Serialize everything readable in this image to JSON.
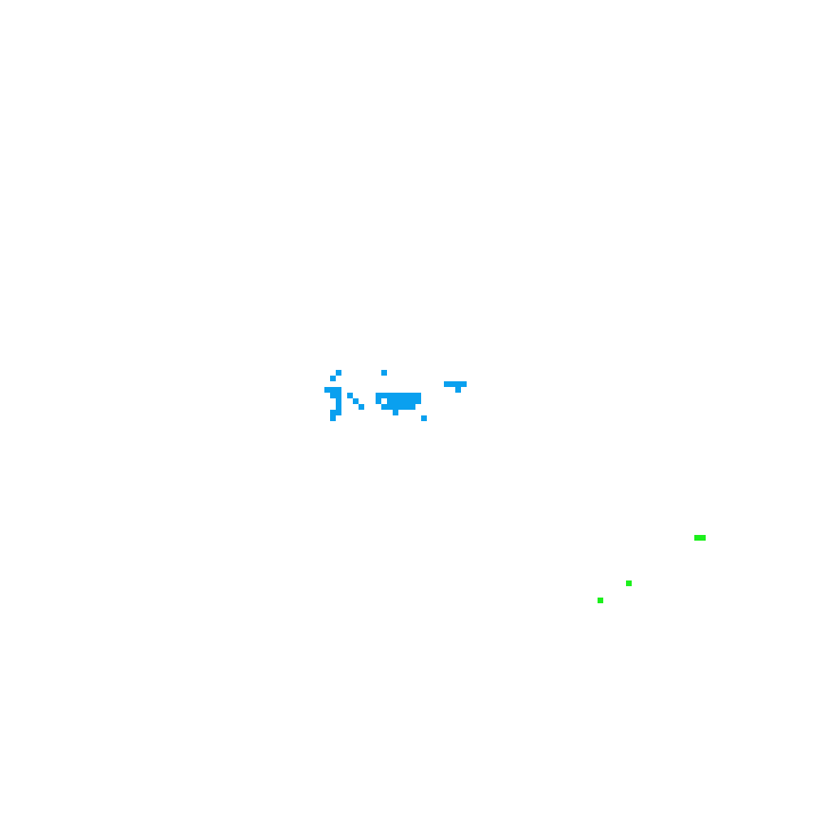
{
  "board": {
    "background_color": "#ffffff",
    "cell_size": 7
  },
  "colonies": [
    {
      "name": "blue-cluster",
      "color": "#0aa0ef",
      "cells": [
        [
          59,
          65
        ],
        [
          67,
          65
        ],
        [
          58,
          66
        ],
        [
          57,
          68
        ],
        [
          58,
          68
        ],
        [
          59,
          68
        ],
        [
          58,
          69
        ],
        [
          59,
          69
        ],
        [
          61,
          69
        ],
        [
          66,
          69
        ],
        [
          67,
          69
        ],
        [
          68,
          69
        ],
        [
          69,
          69
        ],
        [
          70,
          69
        ],
        [
          71,
          69
        ],
        [
          72,
          69
        ],
        [
          73,
          69
        ],
        [
          78,
          67
        ],
        [
          79,
          67
        ],
        [
          80,
          67
        ],
        [
          81,
          67
        ],
        [
          59,
          70
        ],
        [
          62,
          70
        ],
        [
          66,
          70
        ],
        [
          68,
          70
        ],
        [
          69,
          70
        ],
        [
          70,
          70
        ],
        [
          71,
          70
        ],
        [
          72,
          70
        ],
        [
          73,
          70
        ],
        [
          80,
          68
        ],
        [
          59,
          71
        ],
        [
          63,
          71
        ],
        [
          67,
          71
        ],
        [
          68,
          71
        ],
        [
          69,
          71
        ],
        [
          70,
          71
        ],
        [
          71,
          71
        ],
        [
          72,
          71
        ],
        [
          58,
          72
        ],
        [
          59,
          72
        ],
        [
          69,
          72
        ],
        [
          58,
          73
        ],
        [
          74,
          73
        ]
      ]
    },
    {
      "name": "green-cluster",
      "color": "#1cf01c",
      "cells": [
        [
          122,
          94
        ],
        [
          123,
          94
        ],
        [
          110,
          102
        ],
        [
          105,
          105
        ]
      ]
    }
  ]
}
